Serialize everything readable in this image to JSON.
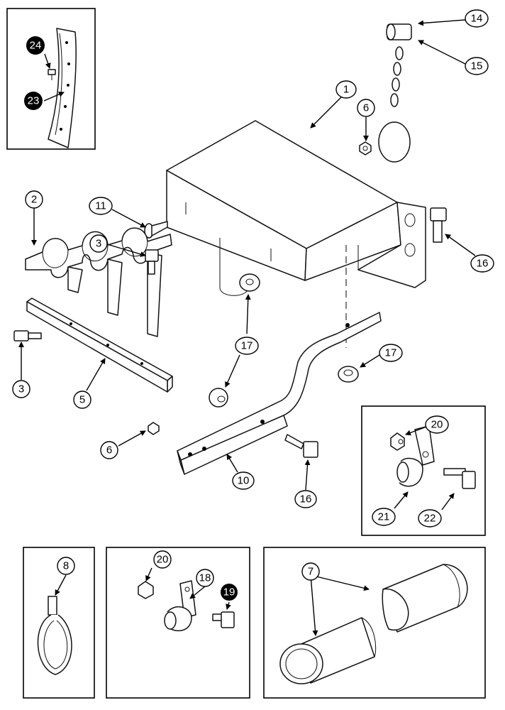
{
  "diagram": {
    "callouts": [
      "1",
      "2",
      "3",
      "3",
      "5",
      "6",
      "6",
      "7",
      "8",
      "10",
      "11",
      "14",
      "15",
      "16",
      "16",
      "17",
      "17",
      "18",
      "19",
      "20",
      "20",
      "21",
      "22",
      "23",
      "24"
    ]
  }
}
